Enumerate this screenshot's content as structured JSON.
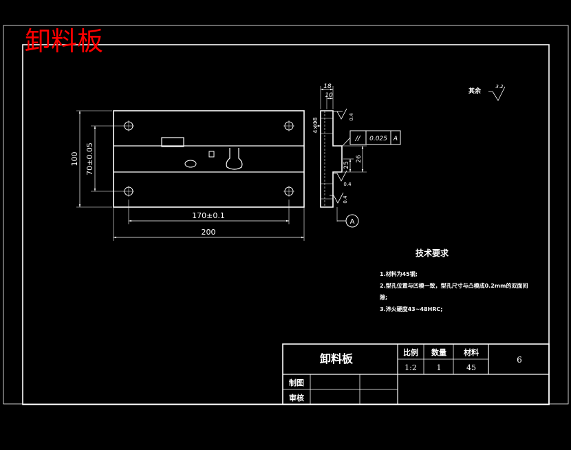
{
  "watermark": {
    "text": "卸料板",
    "color": "#ff0000"
  },
  "colors": {
    "background": "#000000",
    "lines": "#ffffff",
    "dimension": "#ffffff"
  },
  "front_view": {
    "dim_width_total": "200",
    "dim_hole_spacing_x": "170±0.1",
    "dim_height_total": "100",
    "dim_hole_spacing_y": "70±0.05"
  },
  "side_view": {
    "dim_top_1": "18",
    "dim_top_2": "10",
    "dim_hole_dia": "4×Φ8",
    "dim_step_1": "25",
    "dim_step_2": "26",
    "roughness_1": "0.4",
    "roughness_2": "0.4",
    "roughness_3": "0.4",
    "datum_label": "A",
    "tolerance": {
      "symbol": "//",
      "value": "0.025",
      "datum": "A"
    }
  },
  "surface_note": {
    "label": "其余",
    "value": "3.2"
  },
  "tech_requirements": {
    "title": "技术要求",
    "lines": [
      "1.材料为45钢;",
      "2.型孔位置与凹模一致，型孔尺寸与凸模成0.2mm的双面间",
      "隙;",
      "3.淬火硬度43~48HRC;"
    ]
  },
  "title_block": {
    "part_name": "卸料板",
    "scale_header": "比例",
    "qty_header": "数量",
    "material_header": "材料",
    "scale_value": "1:2",
    "qty_value": "1",
    "material_value": "45",
    "sheet_number": "6",
    "drawn_label": "制图",
    "checked_label": "审核"
  }
}
